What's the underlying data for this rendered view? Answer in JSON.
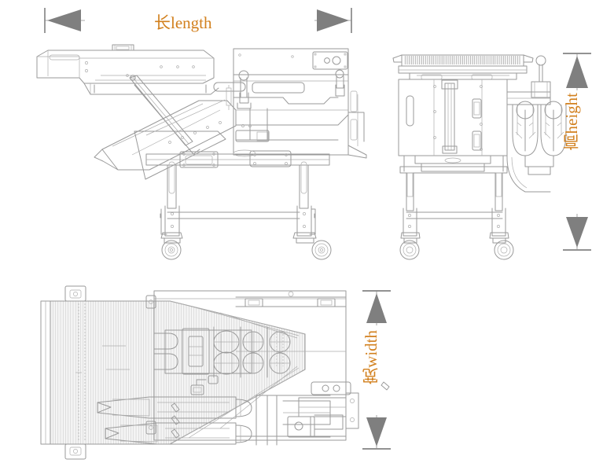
{
  "drawing": {
    "title": "Machine dimension drawing",
    "background_color": "#ffffff",
    "line_color": "#9a9a9a",
    "accent_color": "#d2801e",
    "arrow_color": "#7f7f7f"
  },
  "dimensions": {
    "length": {
      "label": "长length",
      "icon_left": "arrow-left-icon",
      "icon_right": "arrow-right-icon",
      "orientation": "horizontal"
    },
    "height": {
      "label": "高height",
      "icon_top": "arrow-up-icon",
      "icon_bottom": "arrow-down-icon",
      "orientation": "vertical"
    },
    "width": {
      "label": "宽width",
      "icon_top": "arrow-up-icon",
      "icon_bottom": "arrow-down-icon",
      "orientation": "vertical"
    }
  },
  "views": {
    "side": {
      "name": "side-elevation-view"
    },
    "front": {
      "name": "front-elevation-view"
    },
    "plan": {
      "name": "top-plan-view"
    }
  }
}
